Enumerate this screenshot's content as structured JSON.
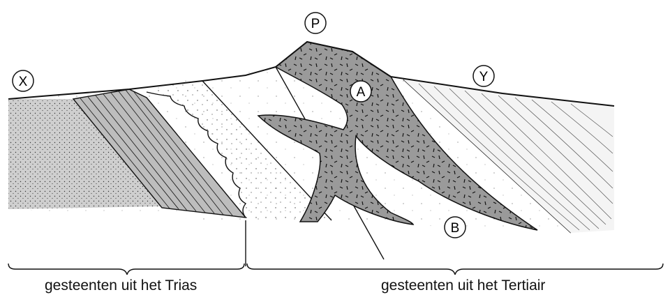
{
  "diagram": {
    "point_labels": {
      "x": "X",
      "y": "Y",
      "p": "P",
      "a": "A",
      "b": "B"
    },
    "brackets": {
      "left": "gesteenten uit het Trias",
      "right": "gesteenten uit het Tertiair"
    },
    "colors": {
      "magma": "#9a9a9a",
      "triassic_left": "#cfcfcf",
      "outline": "#111111"
    }
  }
}
